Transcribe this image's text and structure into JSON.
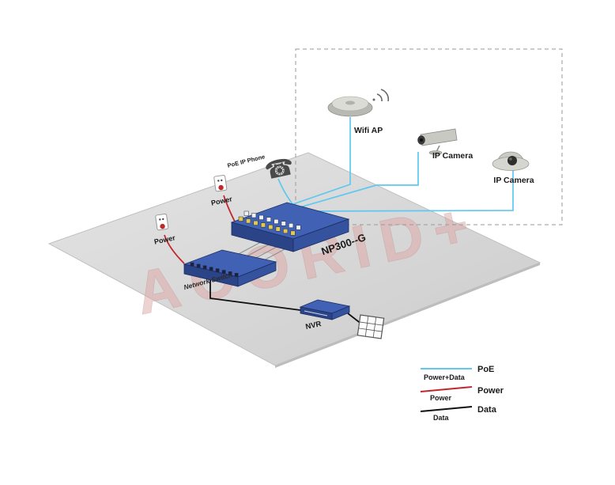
{
  "watermark": "ACORID+",
  "icons": {
    "phone_glyph": "☎"
  },
  "devices": {
    "poe_phone_label": "PoE IP Phone",
    "power_outlet_top_label": "Power",
    "power_outlet_left_label": "Power",
    "wifi_ap_label": "Wifi AP",
    "ip_camera_box_label": "IP Camera",
    "ip_camera_dome_label": "IP Camera",
    "main_switch_model": "NP300--G",
    "network_switch_label": "Network Switch",
    "nvr_label": "NVR",
    "main_switch_ports_per_row": 8,
    "network_switch_ports": 8
  },
  "legend": {
    "rows": [
      {
        "line_label": "Power+Data",
        "name": "PoE",
        "color": "#5ec8f0"
      },
      {
        "line_label": "Power",
        "name": "Power",
        "color": "#c1272d"
      },
      {
        "line_label": "Data",
        "name": "Data",
        "color": "#111111"
      }
    ]
  },
  "colors": {
    "poe_cable": "#5ec8f0",
    "power_cable": "#c1272d",
    "data_cable": "#111111",
    "uplink_cable": "#8f8f8f",
    "switch_top": "#4162b4",
    "switch_front": "#2b4487",
    "switch_side": "#34529e",
    "watermark": "#dfa8a8"
  }
}
